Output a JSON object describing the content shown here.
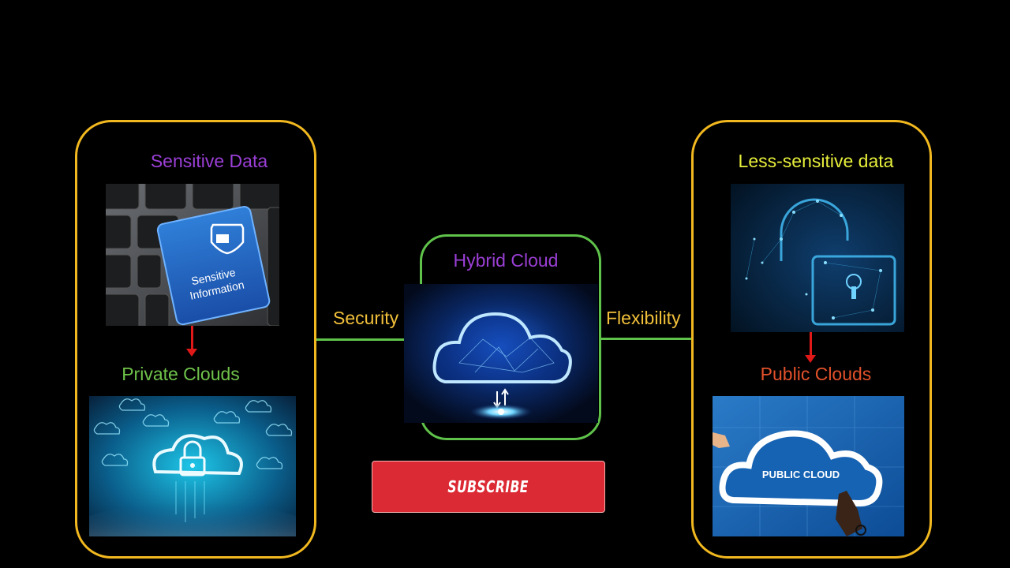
{
  "left": {
    "title": "Sensitive Data",
    "key_label": "Sensitive Information",
    "key_label_line1": "Sensitive",
    "key_label_line2": "Information",
    "cloud_type": "Private Clouds",
    "connector_label": "Security"
  },
  "center": {
    "title": "Hybrid Cloud"
  },
  "right": {
    "title": "Less-sensitive data",
    "cloud_type": "Public Clouds",
    "connector_label": "Flexibility",
    "cloud_text": "PUBLIC CLOUD"
  },
  "subscribe": {
    "label": "SUBSCRIBE"
  },
  "colors": {
    "panel_border": "#f2b81f",
    "hybrid_border": "#5fc24a",
    "title_purple": "#9b3fd6",
    "private_green": "#6fc34a",
    "less_sensitive_yellow": "#e7ef3a",
    "public_red": "#e2512a",
    "subscribe_red": "#dc2a35"
  },
  "icons": [
    "shield-folder-icon",
    "padlock-icon",
    "cloud-icon",
    "arrow-down-icon"
  ]
}
